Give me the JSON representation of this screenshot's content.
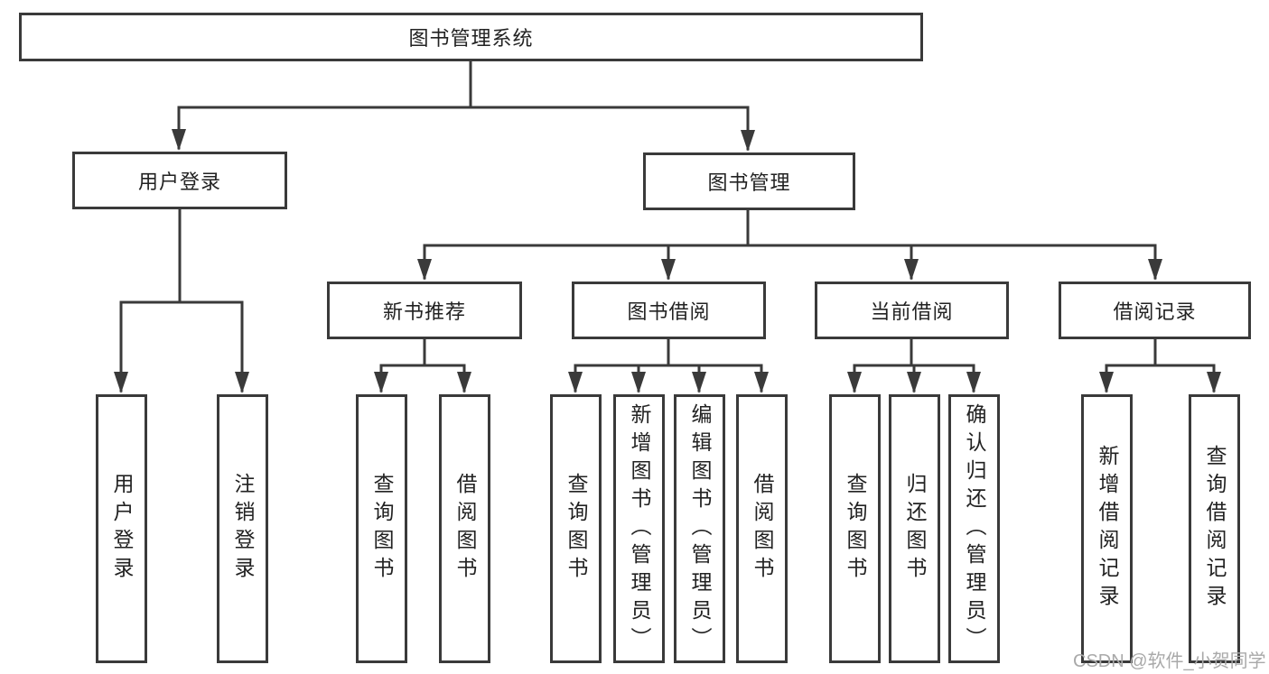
{
  "tree": {
    "root": {
      "label": "图书管理系统"
    },
    "branches": [
      {
        "label": "用户登录",
        "children": [
          {
            "label": "用户登录"
          },
          {
            "label": "注销登录"
          }
        ]
      },
      {
        "label": "图书管理",
        "children": [
          {
            "label": "新书推荐",
            "children": [
              {
                "label": "查询图书"
              },
              {
                "label": "借阅图书"
              }
            ]
          },
          {
            "label": "图书借阅",
            "children": [
              {
                "label": "查询图书"
              },
              {
                "label": "新增图书（管理员）"
              },
              {
                "label": "编辑图书（管理员）"
              },
              {
                "label": "借阅图书"
              }
            ]
          },
          {
            "label": "当前借阅",
            "children": [
              {
                "label": "查询图书"
              },
              {
                "label": "归还图书"
              },
              {
                "label": "确认归还（管理员）"
              }
            ]
          },
          {
            "label": "借阅记录",
            "children": [
              {
                "label": "新增借阅记录"
              },
              {
                "label": "查询借阅记录"
              }
            ]
          }
        ]
      }
    ]
  },
  "watermark": {
    "text": "CSDN @软件_小贺同学"
  },
  "colors": {
    "line": "#3a3a3a",
    "text": "#222222",
    "box_background": "#ffffff",
    "page_background": "#ffffff",
    "watermark": "#a9a9a9"
  }
}
